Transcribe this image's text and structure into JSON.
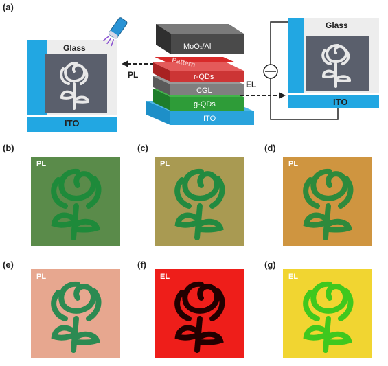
{
  "panel_labels": {
    "a": "(a)",
    "b": "(b)",
    "c": "(c)",
    "d": "(d)",
    "e": "(e)",
    "f": "(f)",
    "g": "(g)"
  },
  "left_device": {
    "glass": "Glass",
    "ito": "ITO",
    "arrow_label": "PL"
  },
  "right_device": {
    "glass": "Glass",
    "ito": "ITO",
    "arrow_label": "EL"
  },
  "stack_layers": {
    "top": "MoOₓ/Al",
    "pattern": "Pattern",
    "rqd": "r-QDs",
    "cgl": "CGL",
    "gqd": "g-QDs",
    "ito": "ITO"
  },
  "photos": [
    {
      "tag": "PL",
      "bg": "#5a8b4a",
      "rose": "#1e8a3a"
    },
    {
      "tag": "PL",
      "bg": "#a99a52",
      "rose": "#228a40"
    },
    {
      "tag": "PL",
      "bg": "#cf9540",
      "rose": "#2e8a3c"
    },
    {
      "tag": "PL",
      "bg": "#e7a78f",
      "rose": "#2c8a52"
    },
    {
      "tag": "EL",
      "bg": "#ee1e1a",
      "rose": "#220000"
    },
    {
      "tag": "EL",
      "bg": "#f1d531",
      "rose": "#3fc81e"
    }
  ]
}
